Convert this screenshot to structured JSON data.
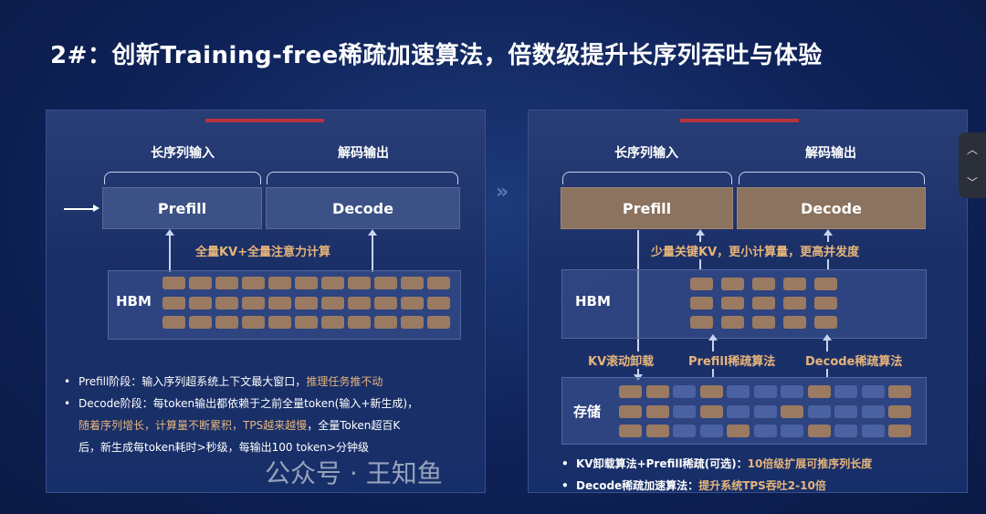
{
  "title": "2#：创新Training-free稀疏加速算法，倍数级提升长序列吞吐与体验",
  "left": {
    "input_label": "长序列输入",
    "output_label": "解码输出",
    "prefill": "Prefill",
    "decode": "Decode",
    "note": "全量KV+全量注意力计算",
    "hbm": "HBM",
    "hbm_grid": [
      [
        1,
        1,
        1,
        1,
        1,
        1,
        1,
        1,
        1,
        1,
        1
      ],
      [
        1,
        1,
        1,
        1,
        1,
        1,
        1,
        1,
        1,
        1,
        1
      ],
      [
        1,
        1,
        1,
        1,
        1,
        1,
        1,
        1,
        1,
        1,
        1
      ]
    ],
    "bullets": [
      {
        "a": "Prefill阶段：输入序列超系统上下文最大窗口，",
        "b": "推理任务推不动"
      },
      {
        "a": "Decode阶段：每token输出都依赖于之前全量token(输入+新生成)，"
      }
    ],
    "bullet2_line2_hl": "随着序列增长，计算量不断累积，TPS越来越慢",
    "bullet2_line2_rest": "，全量Token超百K",
    "bullet2_line3": "后，新生成每token耗时>秒级，每输出100 token>分钟级"
  },
  "right": {
    "input_label": "长序列输入",
    "output_label": "解码输出",
    "prefill": "Prefill",
    "decode": "Decode",
    "note": "少量关键KV，更小计算量，更高并发度",
    "hbm": "HBM",
    "storage": "存储",
    "algo1": "KV滚动卸载",
    "algo2": "Prefill稀疏算法",
    "algo3": "Decode稀疏算法",
    "hbm_grid": [
      [
        1,
        1,
        1,
        1,
        1
      ],
      [
        1,
        1,
        1,
        1,
        1
      ],
      [
        1,
        1,
        1,
        1,
        1
      ]
    ],
    "storage_grid": [
      [
        1,
        1,
        0,
        1,
        0,
        0,
        0,
        1,
        0,
        0,
        1
      ],
      [
        1,
        1,
        0,
        1,
        0,
        0,
        1,
        0,
        0,
        0,
        1
      ],
      [
        1,
        1,
        0,
        0,
        1,
        0,
        0,
        1,
        0,
        0,
        1
      ]
    ],
    "bullets": [
      {
        "a": "KV卸载算法+Prefill稀疏(可选)：",
        "b": "10倍级扩展可推序列长度"
      },
      {
        "a": "Decode稀疏加速算法：",
        "b": "提升系统TPS吞吐2-10倍"
      }
    ]
  },
  "watermark": "公众号 · 王知鱼",
  "colors": {
    "accent": "#e7b57a",
    "cell_on": "#9b7a62",
    "cell_off": "#4a62a2",
    "top_bar": "#b8343a"
  }
}
